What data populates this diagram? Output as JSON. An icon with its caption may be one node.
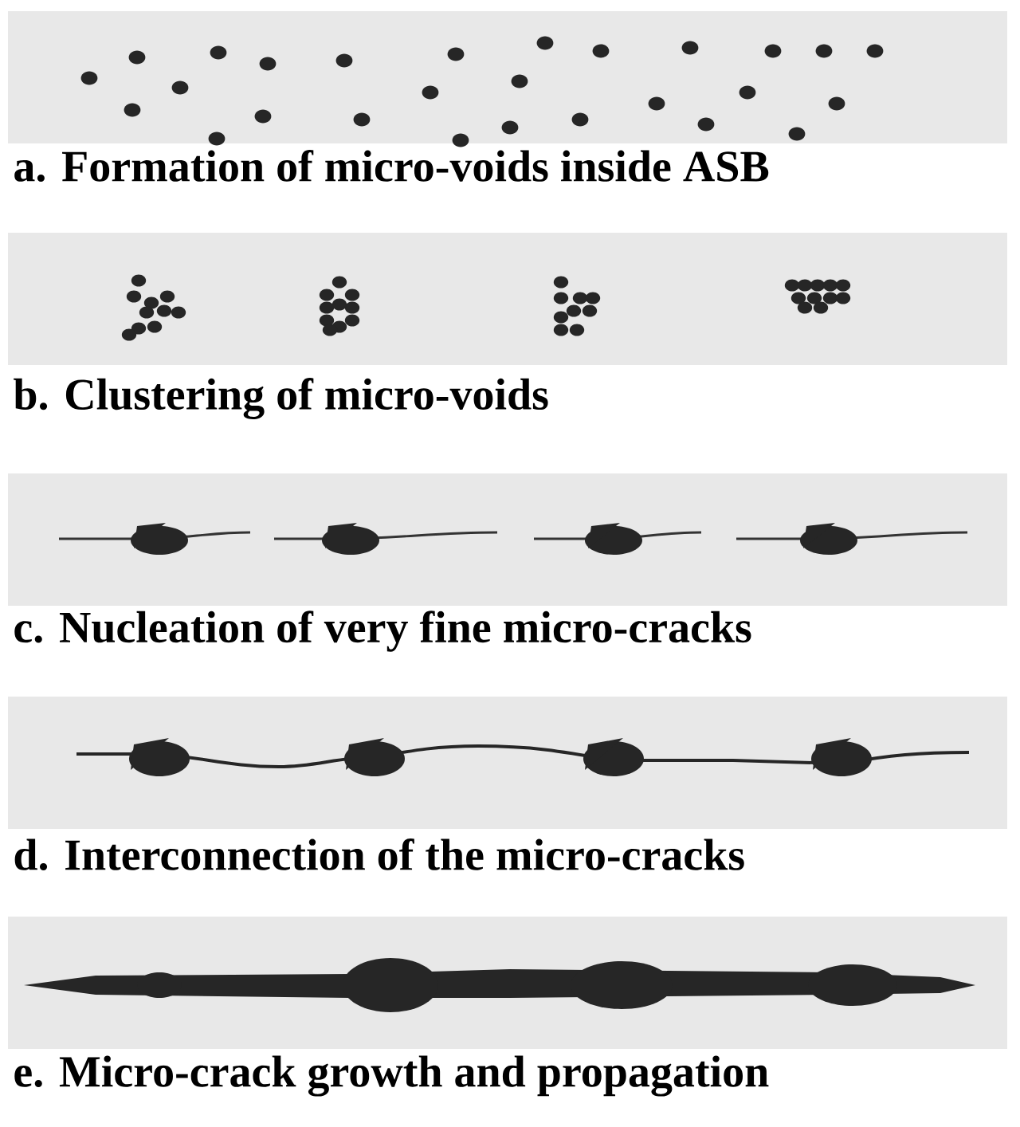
{
  "diagram": {
    "nodes": [
      {
        "text": [
          "a. Formation of micro-voids inside ASB"
        ]
      },
      {
        "text": [
          "b. Clustering of micro-voids"
        ]
      },
      {
        "text": [
          "c. Nucleation of very fine micro-cracks"
        ]
      },
      {
        "text": [
          "d. Interconnection of the micro-cracks"
        ]
      },
      {
        "text": [
          "e. Micro-crack growth and propagation"
        ]
      }
    ]
  }
}
